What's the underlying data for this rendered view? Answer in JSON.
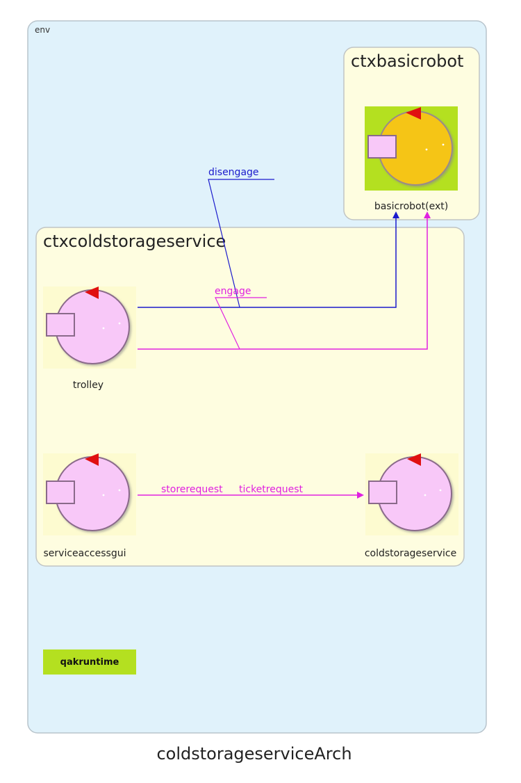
{
  "env": {
    "label": "env"
  },
  "contexts": {
    "basicrobot": {
      "title": "ctxbasicrobot"
    },
    "coldstorage": {
      "title": "ctxcoldstorageservice"
    }
  },
  "actors": {
    "basicrobot": {
      "label": "basicrobot(ext)",
      "color": "#f5c518",
      "external": true
    },
    "trolley": {
      "label": "trolley",
      "color": "#f8c8f8"
    },
    "serviceaccessgui": {
      "label": "serviceaccessgui",
      "color": "#f8c8f8"
    },
    "coldstorageservice": {
      "label": "coldstorageservice",
      "color": "#f8c8f8"
    }
  },
  "messages": {
    "disengage": {
      "label": "disengage",
      "color": "#1a1acc"
    },
    "engage": {
      "label": "engage",
      "color": "#e020e0"
    },
    "storerequest": {
      "label": "storerequest"
    },
    "ticketrequest": {
      "label": "ticketrequest",
      "color": "#e020e0"
    }
  },
  "runtime": {
    "label": "qakruntime",
    "color": "#b0e020"
  },
  "caption": "coldstorageserviceArch",
  "colors": {
    "env_bg": "#e0f2fb",
    "ctx_bg": "#fefde0",
    "actor_bg": "#fdfbd0",
    "external_bg": "#b4e020",
    "flag": "#e01010"
  }
}
